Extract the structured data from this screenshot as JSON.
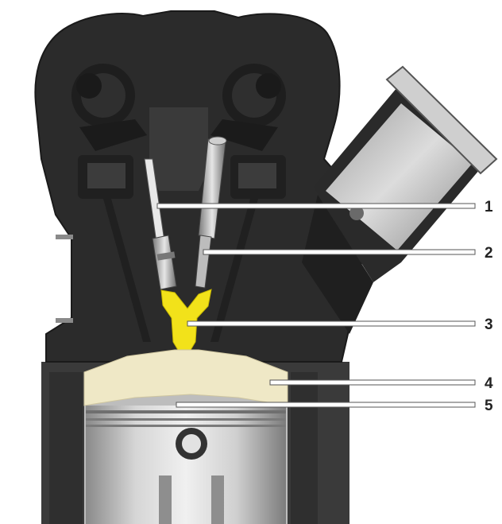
{
  "callouts": [
    {
      "number": "1"
    },
    {
      "number": "2"
    },
    {
      "number": "3"
    },
    {
      "number": "4"
    },
    {
      "number": "5"
    }
  ],
  "colors": {
    "head": "#2b2b2b",
    "head_edge": "#1a1a1a",
    "block": "#3a3a3a",
    "metal_light": "#d0d0d0",
    "metal_mid": "#9a9a9a",
    "pre_chamber": "#f2e21a",
    "main_chamber": "#efe8c6",
    "leader_line": "#ffffff"
  }
}
